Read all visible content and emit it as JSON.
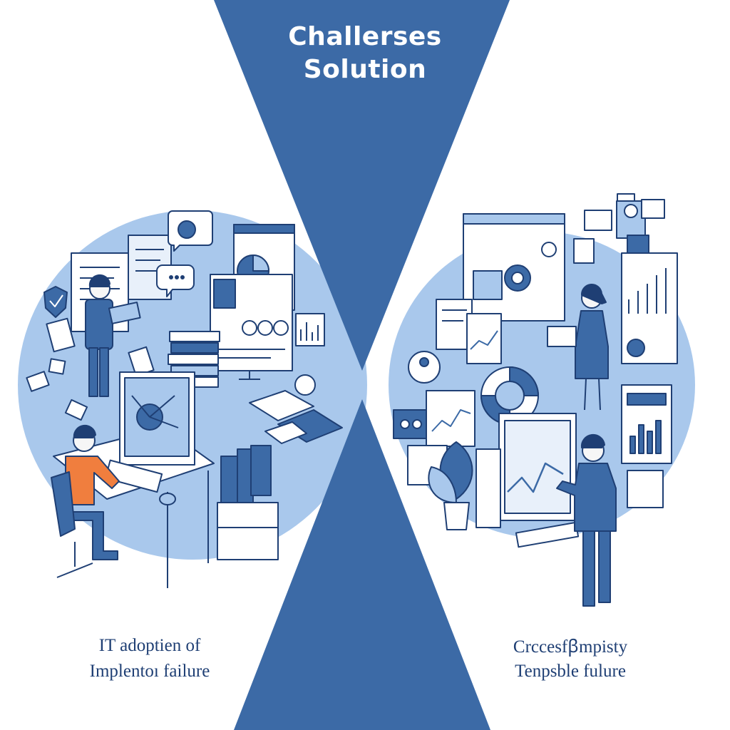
{
  "header": {
    "title_line1": "Challerses",
    "title_line2": "Solution"
  },
  "left_panel": {
    "caption_line1": "IT adoptien of",
    "caption_line2": "Implentoı failure"
  },
  "right_panel": {
    "caption_line1": "Crccesfꞵmpisty",
    "caption_line2": "Tenpsble fulure"
  },
  "colors": {
    "primary_blue": "#3c6aa6",
    "light_blue": "#a9c8ec",
    "accent_orange": "#f07e3e",
    "caption_navy": "#1f3f74"
  }
}
